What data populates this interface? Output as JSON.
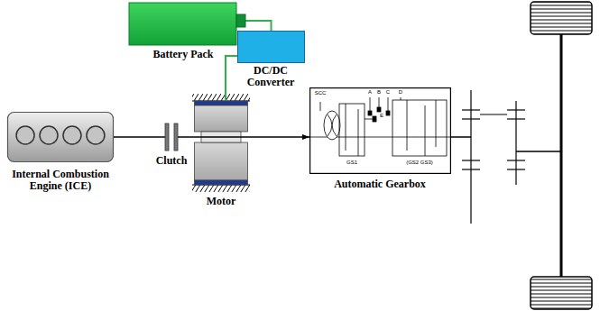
{
  "diagram": {
    "nodes": [
      {
        "text": [
          "Battery Pack"
        ]
      },
      {
        "text": [
          "DC/DC Converter"
        ]
      },
      {
        "text": [
          "Internal Combustion Engine (ICE)"
        ]
      },
      {
        "text": [
          "Clutch"
        ]
      },
      {
        "text": [
          "Motor"
        ]
      },
      {
        "text": [
          "Automatic Gearbox"
        ]
      }
    ],
    "edges": [
      {
        "from": 0,
        "to": 1,
        "arrow": "none"
      },
      {
        "from": 1,
        "to": 4,
        "arrow": "none"
      },
      {
        "from": 2,
        "to": 3,
        "arrow": "none"
      },
      {
        "from": 3,
        "to": 4,
        "arrow": "none"
      },
      {
        "from": 4,
        "to": 5,
        "arrow": "to"
      }
    ],
    "labels": [
      "SCC",
      "A",
      "B",
      "C",
      "D",
      "E",
      "GS1",
      "(GS2 GS3)"
    ]
  }
}
